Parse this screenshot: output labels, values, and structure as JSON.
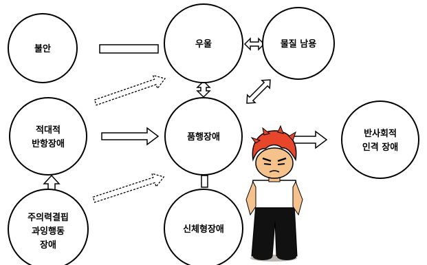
{
  "nodes": {
    "anxiety": "불안",
    "depression": "우울",
    "substance_abuse": "물질 남용",
    "odd": [
      "적대적",
      "반항장애"
    ],
    "conduct_disorder": "품행장애",
    "antisocial": [
      "반사회적",
      "인격 장애"
    ],
    "adhd": [
      "주의력결핍",
      "과잉행동",
      "장애"
    ],
    "somatoform": "신체형장애"
  },
  "figure": {
    "description_icon": "angry-boy-illustration",
    "hair_color": "#e8462a",
    "shirt_color": "#ffffff",
    "pants_color": "#111111"
  }
}
